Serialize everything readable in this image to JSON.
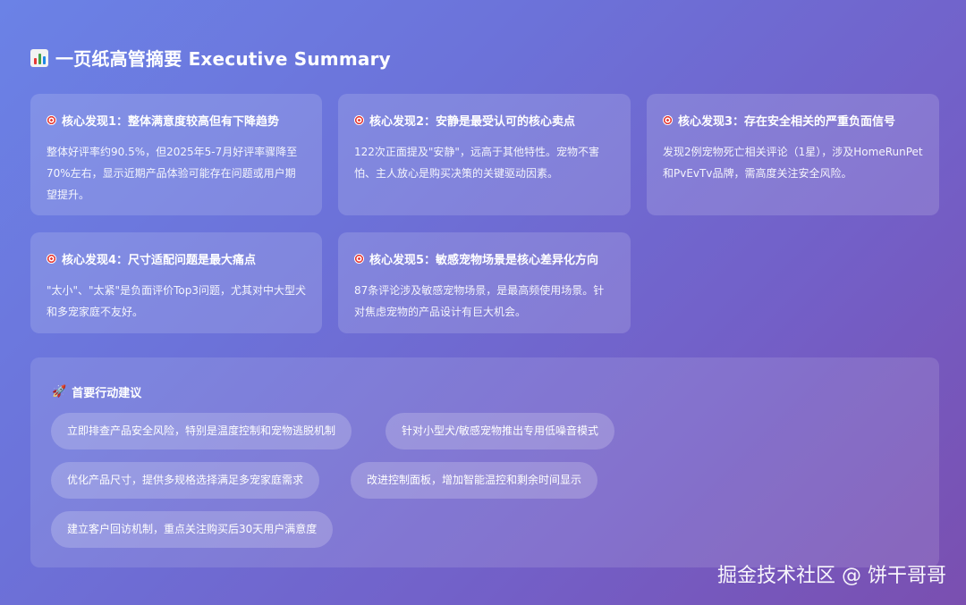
{
  "header": {
    "icon": "bar-chart-icon",
    "title": "一页纸高管摘要 Executive Summary"
  },
  "findings": [
    {
      "icon": "target-icon",
      "title": "核心发现1：整体满意度较高但有下降趋势",
      "body": "整体好评率约90.5%，但2025年5-7月好评率骤降至70%左右，显示近期产品体验可能存在问题或用户期望提升。"
    },
    {
      "icon": "target-icon",
      "title": "核心发现2：安静是最受认可的核心卖点",
      "body": "122次正面提及\"安静\"，远高于其他特性。宠物不害怕、主人放心是购买决策的关键驱动因素。"
    },
    {
      "icon": "target-icon",
      "title": "核心发现3：存在安全相关的严重负面信号",
      "body": "发现2例宠物死亡相关评论（1星），涉及HomeRunPet和PvEvTv品牌，需高度关注安全风险。"
    },
    {
      "icon": "target-icon",
      "title": "核心发现4：尺寸适配问题是最大痛点",
      "body": "\"太小\"、\"太紧\"是负面评价Top3问题，尤其对中大型犬和多宠家庭不友好。"
    },
    {
      "icon": "target-icon",
      "title": "核心发现5：敏感宠物场景是核心差异化方向",
      "body": "87条评论涉及敏感宠物场景，是最高频使用场景。针对焦虑宠物的产品设计有巨大机会。"
    }
  ],
  "actions": {
    "icon": "rocket-icon",
    "title": "首要行动建议",
    "items": [
      "立即排查产品安全风险，特别是温度控制和宠物逃脱机制",
      "针对小型犬/敏感宠物推出专用低噪音模式",
      "优化产品尺寸，提供多规格选择满足多宠家庭需求",
      "改进控制面板，增加智能温控和剩余时间显示",
      "建立客户回访机制，重点关注购买后30天用户满意度"
    ]
  },
  "watermark": "掘金技术社区 @ 饼干哥哥",
  "colors": {
    "background_start": "#6b82e6",
    "background_end": "#7a4fb0",
    "target_red": "#e53935"
  }
}
